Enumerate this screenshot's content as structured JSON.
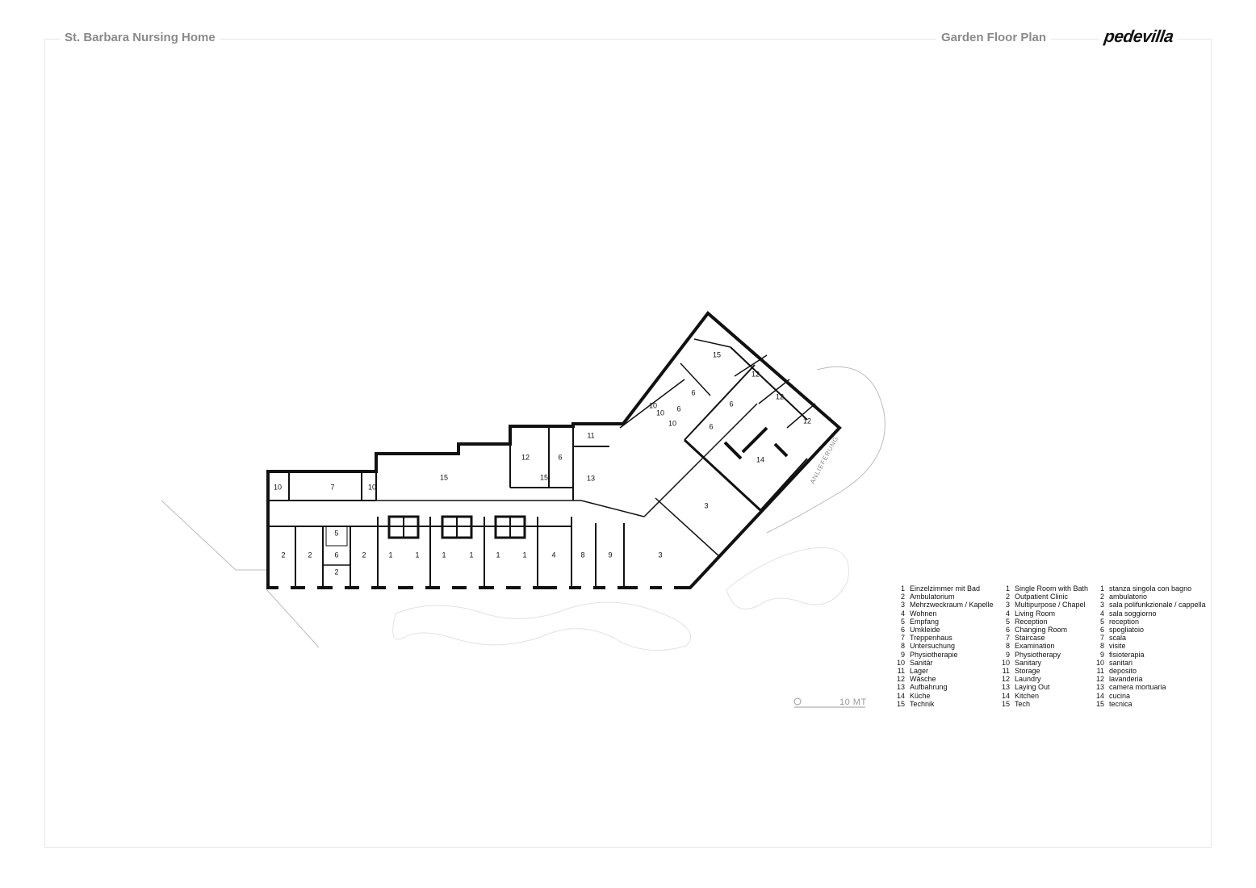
{
  "header": {
    "title": "St. Barbara Nursing Home",
    "subtitle": "Garden Floor Plan",
    "logo": "pedevilla"
  },
  "plan": {
    "room_labels": [
      "10",
      "7",
      "10",
      "15",
      "12",
      "6",
      "15",
      "11",
      "13",
      "6",
      "10",
      "10",
      "6",
      "10",
      "15",
      "12",
      "12",
      "12",
      "6",
      "6",
      "14",
      "3",
      "3",
      "5",
      "6",
      "2",
      "2",
      "2",
      "2",
      "1",
      "1",
      "1",
      "1",
      "1",
      "1",
      "4",
      "8",
      "9"
    ],
    "delivery_label": "ANLIEFERUNG",
    "scale_label": "10 MT"
  },
  "legend": {
    "german": [
      {
        "n": "1",
        "t": "Einzelzimmer mit Bad"
      },
      {
        "n": "2",
        "t": "Ambulatorium"
      },
      {
        "n": "3",
        "t": "Mehrzweckraum / Kapelle"
      },
      {
        "n": "4",
        "t": "Wohnen"
      },
      {
        "n": "5",
        "t": "Empfang"
      },
      {
        "n": "6",
        "t": "Umkleide"
      },
      {
        "n": "7",
        "t": "Treppenhaus"
      },
      {
        "n": "8",
        "t": "Untersuchung"
      },
      {
        "n": "9",
        "t": "Physiotherapie"
      },
      {
        "n": "10",
        "t": "Sanitär"
      },
      {
        "n": "11",
        "t": "Lager"
      },
      {
        "n": "12",
        "t": "Wäsche"
      },
      {
        "n": "13",
        "t": "Aufbahrung"
      },
      {
        "n": "14",
        "t": "Küche"
      },
      {
        "n": "15",
        "t": "Technik"
      }
    ],
    "english": [
      {
        "n": "1",
        "t": "Single Room with Bath"
      },
      {
        "n": "2",
        "t": "Outpatient Clinic"
      },
      {
        "n": "3",
        "t": "Multipurpose / Chapel"
      },
      {
        "n": "4",
        "t": "Living Room"
      },
      {
        "n": "5",
        "t": "Reception"
      },
      {
        "n": "6",
        "t": "Changing Room"
      },
      {
        "n": "7",
        "t": "Staircase"
      },
      {
        "n": "8",
        "t": "Examination"
      },
      {
        "n": "9",
        "t": "Physiotherapy"
      },
      {
        "n": "10",
        "t": "Sanitary"
      },
      {
        "n": "11",
        "t": "Storage"
      },
      {
        "n": "12",
        "t": "Laundry"
      },
      {
        "n": "13",
        "t": "Laying Out"
      },
      {
        "n": "14",
        "t": "Kitchen"
      },
      {
        "n": "15",
        "t": "Tech"
      }
    ],
    "italian": [
      {
        "n": "1",
        "t": "stanza singola con bagno"
      },
      {
        "n": "2",
        "t": "ambulatorio"
      },
      {
        "n": "3",
        "t": "sala polifunkzionale / cappella"
      },
      {
        "n": "4",
        "t": "sala soggiorno"
      },
      {
        "n": "5",
        "t": "reception"
      },
      {
        "n": "6",
        "t": "spogliatoio"
      },
      {
        "n": "7",
        "t": "scala"
      },
      {
        "n": "8",
        "t": "visite"
      },
      {
        "n": "9",
        "t": "fisioterapia"
      },
      {
        "n": "10",
        "t": "sanitari"
      },
      {
        "n": "11",
        "t": "deposito"
      },
      {
        "n": "12",
        "t": "lavanderia"
      },
      {
        "n": "13",
        "t": "camera mortuaria"
      },
      {
        "n": "14",
        "t": "cucina"
      },
      {
        "n": "15",
        "t": "tecnica"
      }
    ]
  }
}
